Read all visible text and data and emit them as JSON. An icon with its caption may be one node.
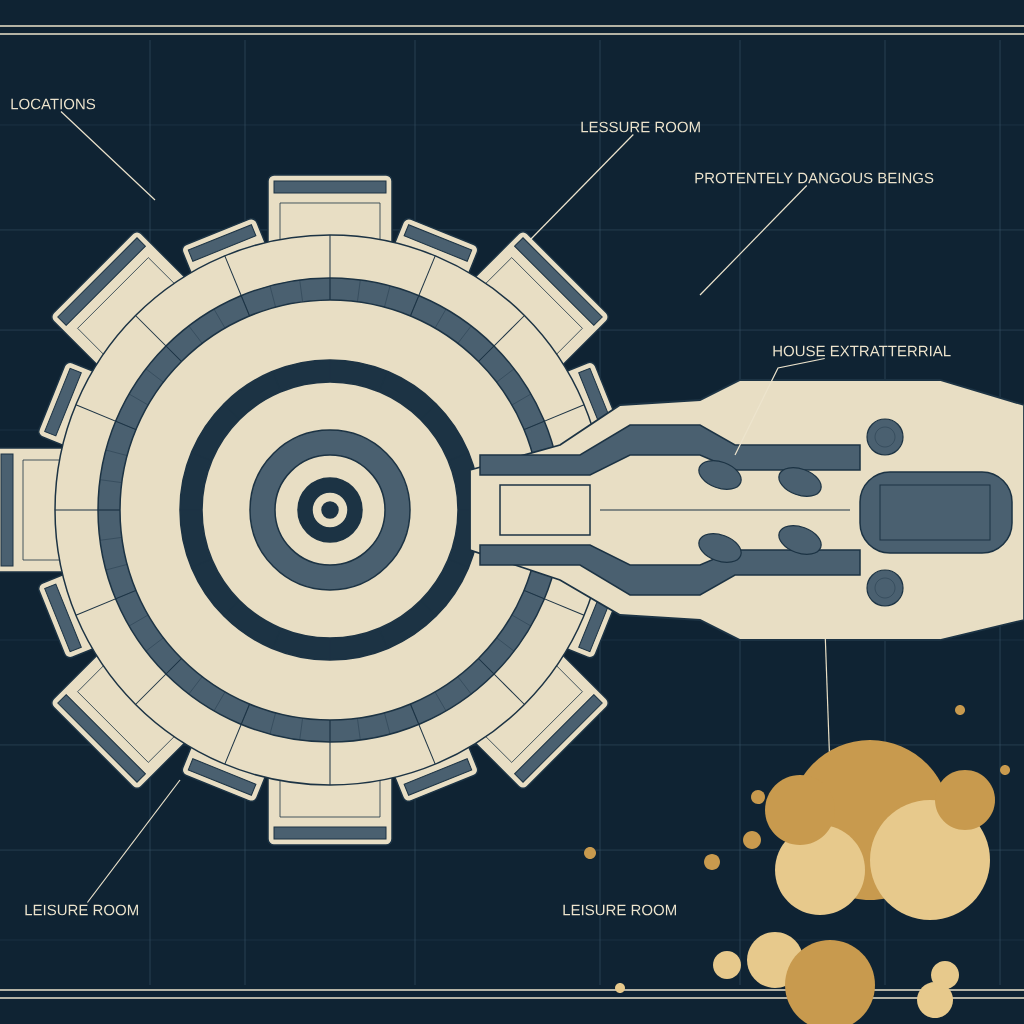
{
  "diagram": {
    "nodes": [
      {
        "text": [
          "LOCATIONS"
        ]
      },
      {
        "text": [
          "LESSURE ROOM"
        ]
      },
      {
        "text": [
          "PROTENTELY DANGOUS BEINGS"
        ]
      },
      {
        "text": [
          "HOUSE EXTRATTERRIAL"
        ]
      },
      {
        "text": [
          "LEISURE ROOM"
        ]
      }
    ],
    "edges": [
      {
        "from": 0,
        "to": null,
        "arrow": "none"
      },
      {
        "from": 1,
        "to": null,
        "arrow": "none"
      },
      {
        "from": 2,
        "to": null,
        "arrow": "none"
      },
      {
        "from": 3,
        "to": null,
        "arrow": "none"
      },
      {
        "from": 4,
        "to": null,
        "arrow": "none"
      }
    ],
    "labels": [
      "LEISURE ROOM"
    ]
  }
}
